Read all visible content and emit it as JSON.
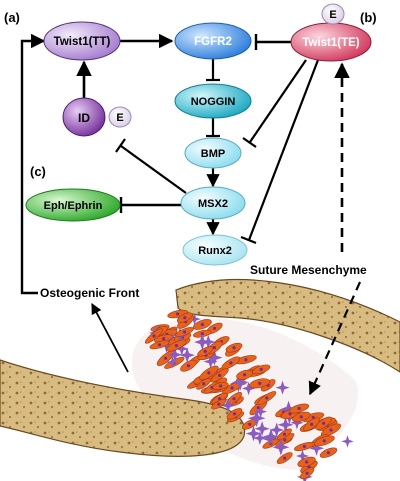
{
  "panel_labels": {
    "a": "(a)",
    "b": "(b)",
    "c": "(c)"
  },
  "nodes": {
    "twist1_tt": "Twist1(TT)",
    "fgfr2": "FGFR2",
    "twist1_te": "Twist1(TE)",
    "noggin": "NOGGIN",
    "bmp": "BMP",
    "id": "ID",
    "msx2": "MSX2",
    "eph_ephrin": "Eph/Ephrin",
    "runx2": "Runx2"
  },
  "badges": {
    "e_top": "E",
    "e_id": "E"
  },
  "labels": {
    "osteogenic_front": "Osteogenic Front",
    "suture_mesenchyme": "Suture Mesenchyme"
  },
  "colors": {
    "twist1_tt": "#b48ad8",
    "fgfr2": "#3f8ee8",
    "twist1_te": "#e0506f",
    "noggin": "#28b8cf",
    "bmp": "#a8e6f3",
    "id": "#8a3fb0",
    "msx2": "#a8e6f3",
    "eph_ephrin": "#3fc03a",
    "runx2": "#c6f0f8",
    "bone": "#d4b77a",
    "cell": "#e8621f",
    "cell_purple": "#8a5cc0"
  }
}
